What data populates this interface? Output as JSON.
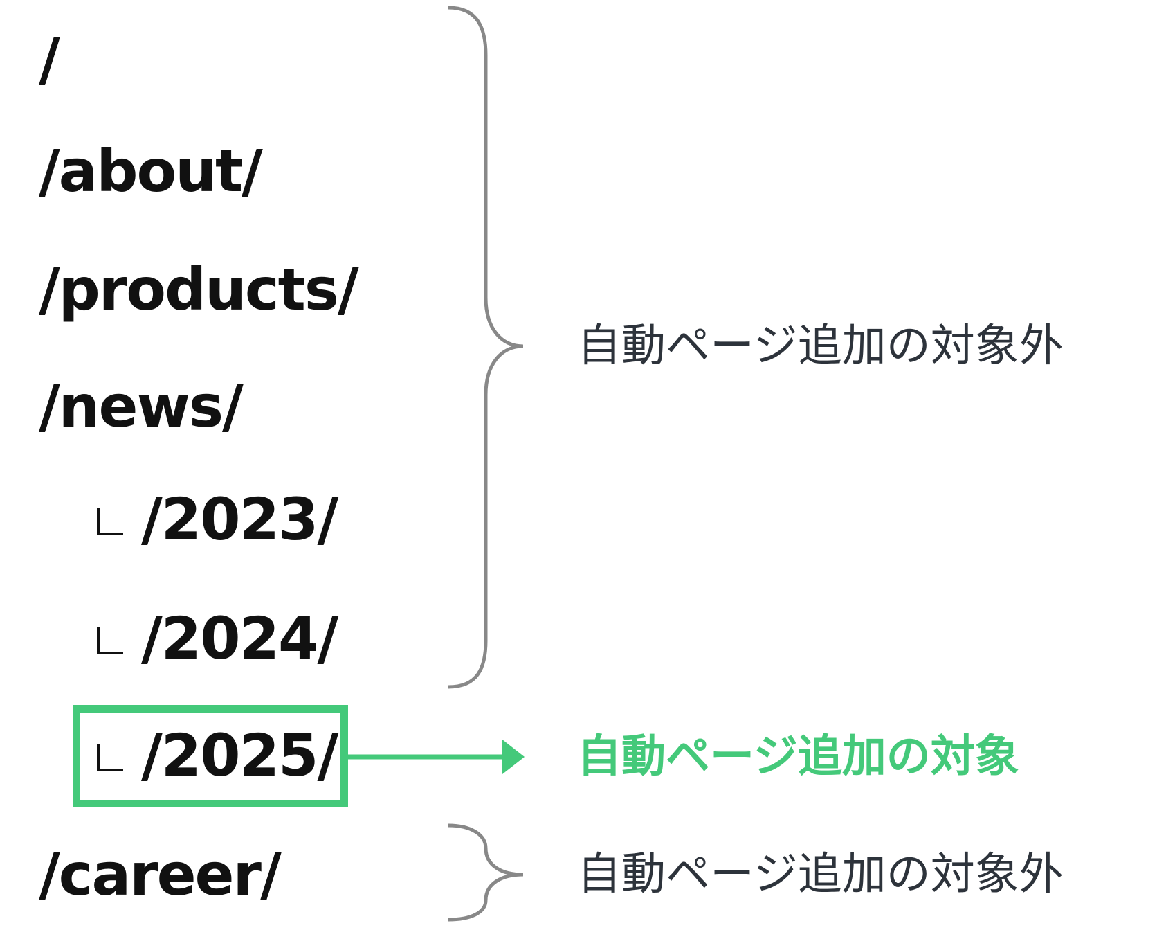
{
  "paths": [
    {
      "label": "/",
      "level": 0
    },
    {
      "label": "/about/",
      "level": 0
    },
    {
      "label": "/products/",
      "level": 0
    },
    {
      "label": "/news/",
      "level": 0
    },
    {
      "label": "/2023/",
      "level": 1
    },
    {
      "label": "/2024/",
      "level": 1
    },
    {
      "label": "/2025/",
      "level": 1
    },
    {
      "label": "/career/",
      "level": 0
    }
  ],
  "labels": {
    "excluded_top": "自動ページ追加の対象外",
    "target": "自動ページ追加の対象",
    "excluded_bottom": "自動ページ追加の対象外"
  },
  "colors": {
    "accent": "#44c97a",
    "brace": "#888888",
    "text": "#111111"
  }
}
